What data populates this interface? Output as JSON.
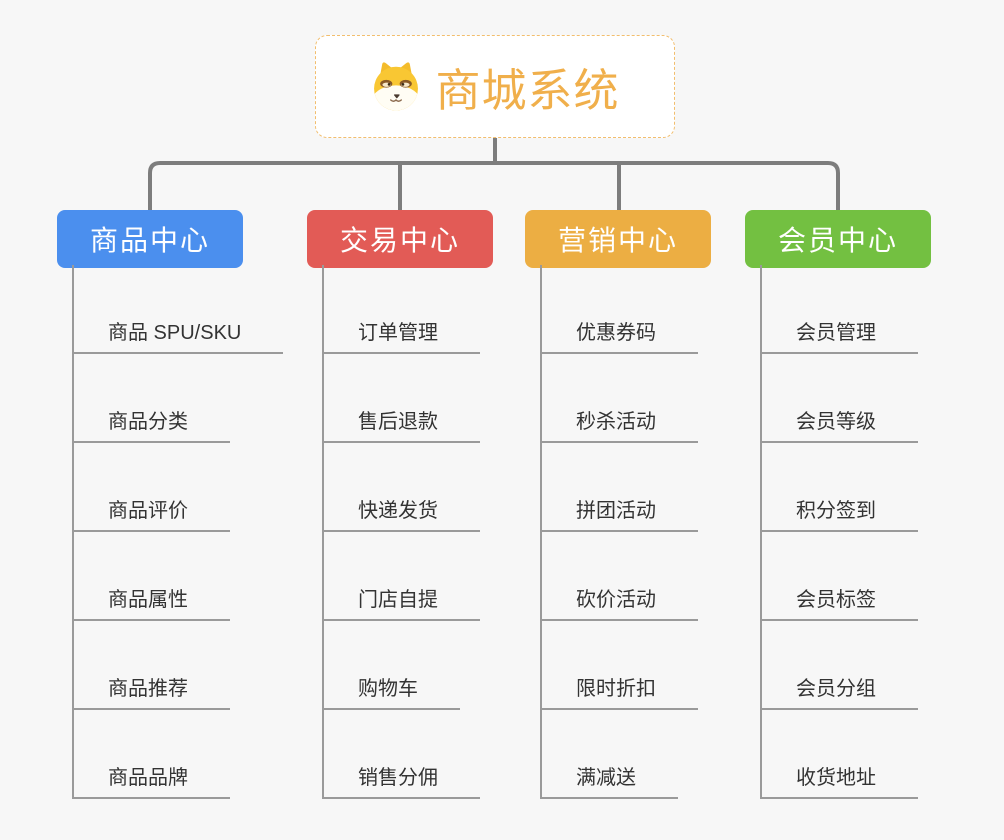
{
  "root": {
    "title": "商城系统",
    "icon": "dog-face-icon"
  },
  "branches": [
    {
      "label": "商品中心",
      "color": "#4B8FEE",
      "items": [
        "商品 SPU/SKU",
        "商品分类",
        "商品评价",
        "商品属性",
        "商品推荐",
        "商品品牌"
      ]
    },
    {
      "label": "交易中心",
      "color": "#E25B56",
      "items": [
        "订单管理",
        "售后退款",
        "快递发货",
        "门店自提",
        "购物车",
        "销售分佣"
      ]
    },
    {
      "label": "营销中心",
      "color": "#ECAE43",
      "items": [
        "优惠券码",
        "秒杀活动",
        "拼团活动",
        "砍价活动",
        "限时折扣",
        "满减送"
      ]
    },
    {
      "label": "会员中心",
      "color": "#73C041",
      "items": [
        "会员管理",
        "会员等级",
        "积分签到",
        "会员标签",
        "会员分组",
        "收货地址"
      ]
    }
  ],
  "style": {
    "title_color": "#F0AF4B",
    "root_border_color": "#F2BE6E",
    "connector_color": "#7D7D7D",
    "leaf_line_color": "#9A9A9A",
    "text_color": "#333333",
    "background": "#F7F7F7"
  }
}
